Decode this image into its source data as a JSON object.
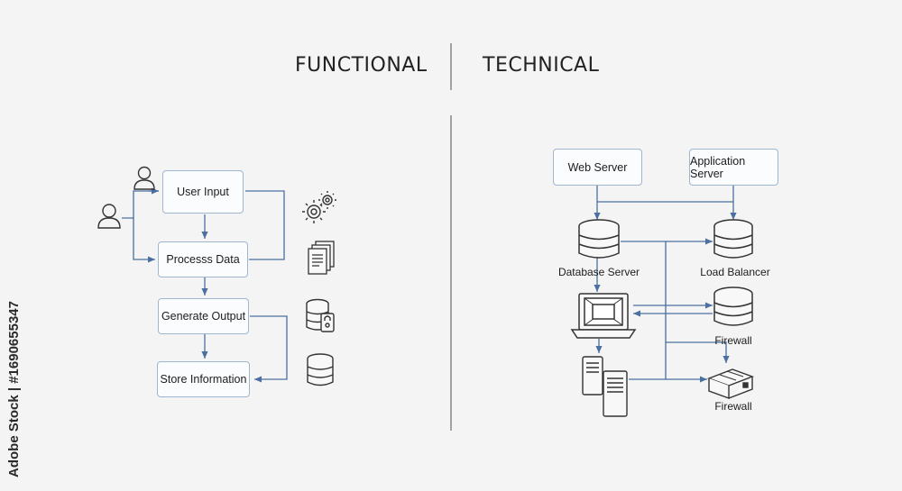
{
  "headings": {
    "left": "FUNCTIONAL",
    "right": "TECHNICAL"
  },
  "functional": {
    "steps": [
      "User Input",
      "Processs Data",
      "Generate Output",
      "Store Information"
    ],
    "icons": [
      "user-icon",
      "gears-icon",
      "document-stack-icon",
      "database-lock-icon",
      "database-icon"
    ]
  },
  "technical": {
    "boxes": [
      "Web Server",
      "Application Server"
    ],
    "labels": {
      "database_server": "Database Server",
      "load_balancer": "Load Balancer",
      "firewall_db": "Firewall",
      "firewall": "Firewall"
    }
  },
  "watermark": {
    "stock_id": "Adobe Stock | #1690655347"
  },
  "colors": {
    "line": "#4a6fa0",
    "box_border": "#9fb6d0",
    "icon": "#333333"
  }
}
